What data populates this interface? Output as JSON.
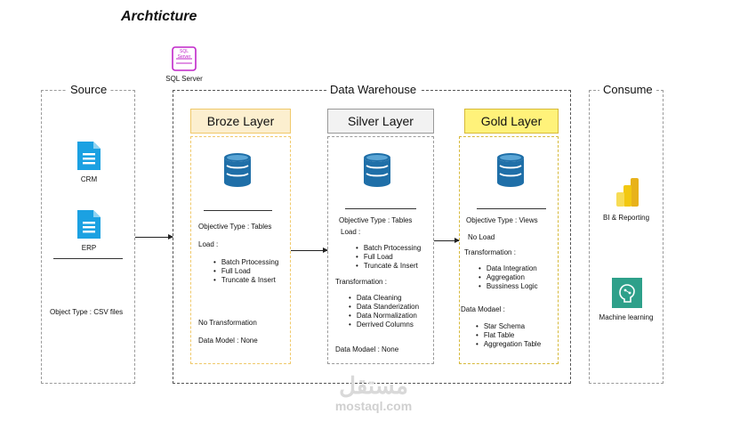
{
  "title": "Archticture",
  "sql_server": {
    "logo_text": "SQL Server",
    "label": "SQL Server"
  },
  "source": {
    "label": "Source",
    "items": [
      "CRM",
      "ERP"
    ],
    "object_type": "Object Type : CSV files"
  },
  "warehouse": {
    "label": "Data Warehouse",
    "bronze": {
      "header": "Broze Layer",
      "objective": "Objective Type : Tables",
      "load_label": "Load :",
      "load_items": [
        "Batch Prtocessing",
        "Full Load",
        "Truncate & Insert"
      ],
      "transformation": "No Transformation",
      "data_model": "Data Model : None"
    },
    "silver": {
      "header": "Silver Layer",
      "objective": "Objective Type : Tables",
      "load_label": "Load :",
      "load_items": [
        "Batch Prtocessing",
        "Full Load",
        "Truncate & Insert"
      ],
      "transformation_label": "Transformation :",
      "transformation_items": [
        "Data Cleaning",
        "Data Standerization",
        "Data Normalization",
        "Derrived Columns"
      ],
      "data_model": "Data Modael : None"
    },
    "gold": {
      "header": "Gold Layer",
      "objective": "Objective Type : Views",
      "load": "No Load",
      "transformation_label": "Transformation :",
      "transformation_items": [
        "Data Integration",
        "Aggregation",
        "Bussiness Logic"
      ],
      "data_model_label": "Data Modael :",
      "data_model_items": [
        "Star Schema",
        "Flat Table",
        "Aggregation Table"
      ]
    }
  },
  "consume": {
    "label": "Consume",
    "items": [
      "BI & Reporting",
      "Machine learning"
    ]
  },
  "watermark": {
    "arabic": "مستقل",
    "latin": "mostaql.com"
  },
  "colors": {
    "bronze_fill": "#fcefcf",
    "bronze_border": "#f0c96a",
    "silver_fill": "#f2f2f2",
    "silver_border": "#999999",
    "gold_fill": "#fff27a",
    "gold_border": "#d6b93a",
    "db_blue": "#1f6fa8",
    "file_blue": "#1ba1e2",
    "ml_green": "#2ea08a"
  }
}
